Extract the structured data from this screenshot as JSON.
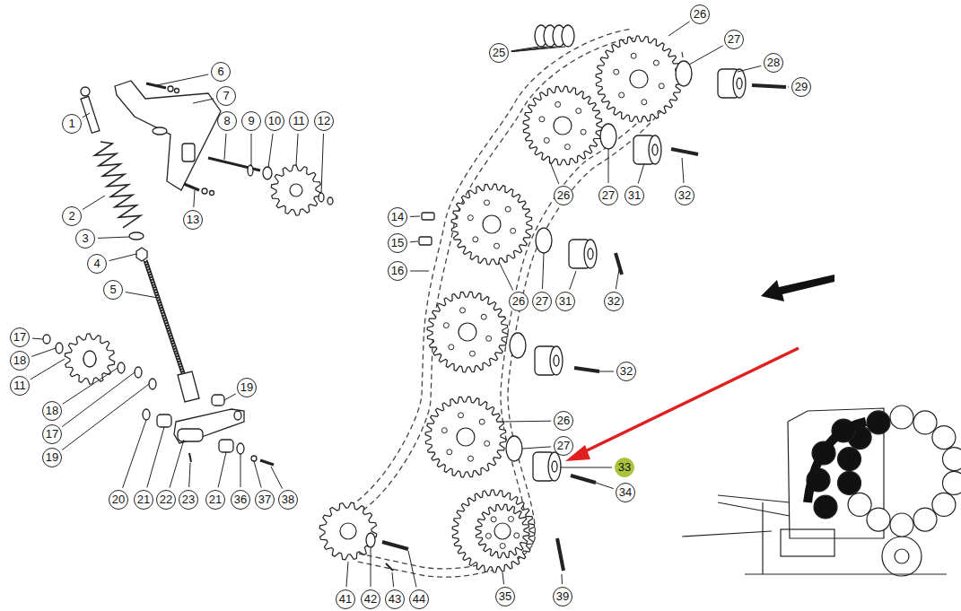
{
  "diagram": {
    "labels": [
      "6",
      "7",
      "1",
      "8",
      "9",
      "10",
      "11",
      "12",
      "13",
      "2",
      "3",
      "4",
      "5",
      "17",
      "18",
      "11",
      "19",
      "18",
      "17",
      "19",
      "20",
      "21",
      "22",
      "23",
      "21",
      "36",
      "37",
      "38",
      "26",
      "25",
      "27",
      "28",
      "29",
      "14",
      "15",
      "16",
      "26",
      "27",
      "31",
      "32",
      "26",
      "27",
      "31",
      "32",
      "32",
      "26",
      "27",
      "33",
      "34",
      "41",
      "42",
      "43",
      "44",
      "35",
      "39"
    ]
  }
}
